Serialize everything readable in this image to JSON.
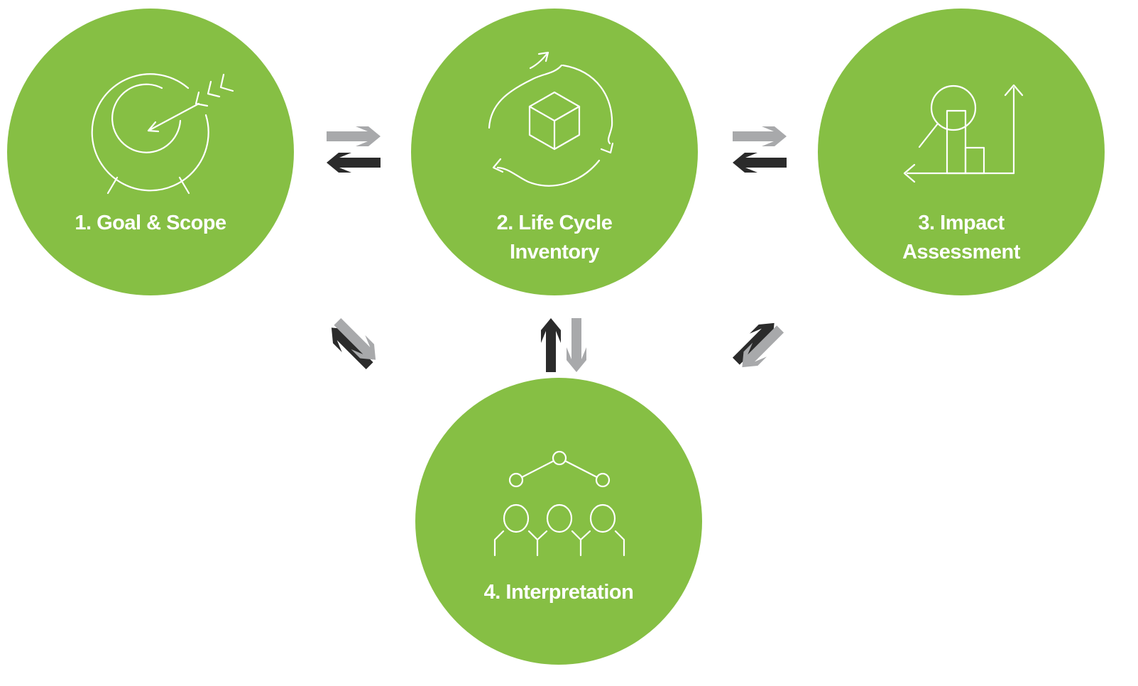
{
  "colors": {
    "green": "#86bf44",
    "arrow_dark": "#2b2b2b",
    "arrow_light": "#a8a9ab",
    "icon_stroke": "#ffffff"
  },
  "stages": [
    {
      "label": "1. Goal & Scope",
      "icon": "target-arrow-icon"
    },
    {
      "label_line1": "2. Life Cycle",
      "label_line2": "Inventory",
      "icon": "cycle-cube-icon"
    },
    {
      "label_line1": "3. Impact",
      "label_line2": "Assessment",
      "icon": "magnifier-bar-chart-icon"
    },
    {
      "label": "4. Interpretation",
      "icon": "people-network-icon"
    }
  ],
  "connections": [
    {
      "from": "1. Goal & Scope",
      "to": "2. Life Cycle Inventory",
      "direction": "bidirectional"
    },
    {
      "from": "2. Life Cycle Inventory",
      "to": "3. Impact Assessment",
      "direction": "bidirectional"
    },
    {
      "from": "1. Goal & Scope",
      "to": "4. Interpretation",
      "direction": "bidirectional"
    },
    {
      "from": "2. Life Cycle Inventory",
      "to": "4. Interpretation",
      "direction": "bidirectional"
    },
    {
      "from": "3. Impact Assessment",
      "to": "4. Interpretation",
      "direction": "bidirectional"
    }
  ]
}
